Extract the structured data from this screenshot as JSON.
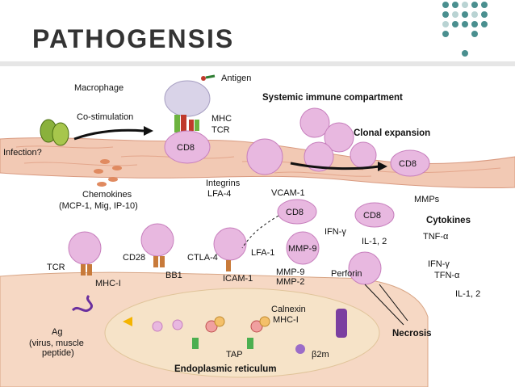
{
  "title": "PATHOGENSIS",
  "colors": {
    "cell_fill": "#e8b8e0",
    "cell_dark": "#c77fbd",
    "tissue": "#f2c9b4",
    "er": "#f6e3c8",
    "teal": "#3f8f8f",
    "green": "#6db33f",
    "red": "#c0392b",
    "purple": "#7b3fa0"
  },
  "labels": {
    "antigen": "Antigen",
    "macrophage": "Macrophage",
    "systemic": "Systemic immune compartment",
    "costim": "Co-stimulation",
    "mhc": "MHC",
    "tcr_top": "TCR",
    "cd8_a": "CD8",
    "infection": "Infection?",
    "clonal": "Clonal expansion",
    "cd8_b": "CD8",
    "integrins": "Integrins",
    "lfa4": "LFA-4",
    "vcam": "VCAM-1",
    "chemokines": "Chemokines",
    "chemokines_list": "(MCP-1, Mig, IP-10)",
    "mmps": "MMPs",
    "cd8_c": "CD8",
    "cd8_d": "CD8",
    "cytokines": "Cytokines",
    "ifng_a": "IFN-γ",
    "il12_a": "IL-1, 2",
    "tnfa_a": "TNF-α",
    "mmp9_a": "MMP-9",
    "lfa1": "LFA-1",
    "tcr_bottom": "TCR",
    "cd28": "CD28",
    "ctla4": "CTLA-4",
    "ifng_b": "IFN-γ",
    "tfna": "TFN-α",
    "il12_b": "IL-1, 2",
    "mhc1_a": "MHC-I",
    "bb1": "BB1",
    "icam": "ICAM-1",
    "mmp9_b": "MMP-9",
    "mmp2": "MMP-2",
    "perforin": "Perforin",
    "calnexin": "Calnexin",
    "mhc1_b": "MHC-I",
    "necrosis": "Necrosis",
    "ag": "Ag",
    "ag_desc1": "(virus, muscle",
    "ag_desc2": "peptide)",
    "tap": "TAP",
    "b2m": "β2m",
    "er": "Endoplasmic reticulum"
  }
}
